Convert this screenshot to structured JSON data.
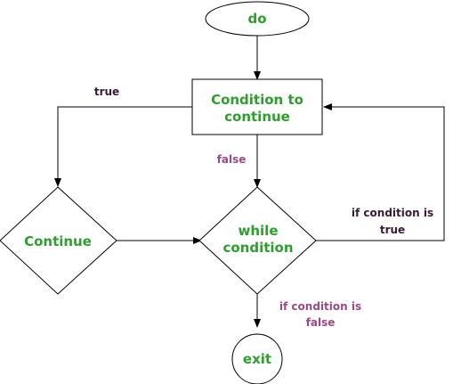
{
  "colors": {
    "node_text": "#2e9e2e",
    "label_dark": "#3a1b35",
    "label_purple": "#9b4a84",
    "stroke": "#000000",
    "background": "#ffffff"
  },
  "nodes": {
    "start": {
      "label": "do",
      "shape": "ellipse"
    },
    "condition": {
      "label_line1": "Condition to",
      "label_line2": "continue",
      "shape": "rectangle"
    },
    "continue": {
      "label": "Continue",
      "shape": "diamond"
    },
    "while": {
      "label_line1": "while",
      "label_line2": "condition",
      "shape": "diamond"
    },
    "exit": {
      "label": "exit",
      "shape": "circle"
    }
  },
  "edges": {
    "true_label": "true",
    "false_label": "false",
    "loop_label_line1": "if condition is",
    "loop_label_line2": "true",
    "exit_label_line1": "if condition is",
    "exit_label_line2": "false"
  }
}
